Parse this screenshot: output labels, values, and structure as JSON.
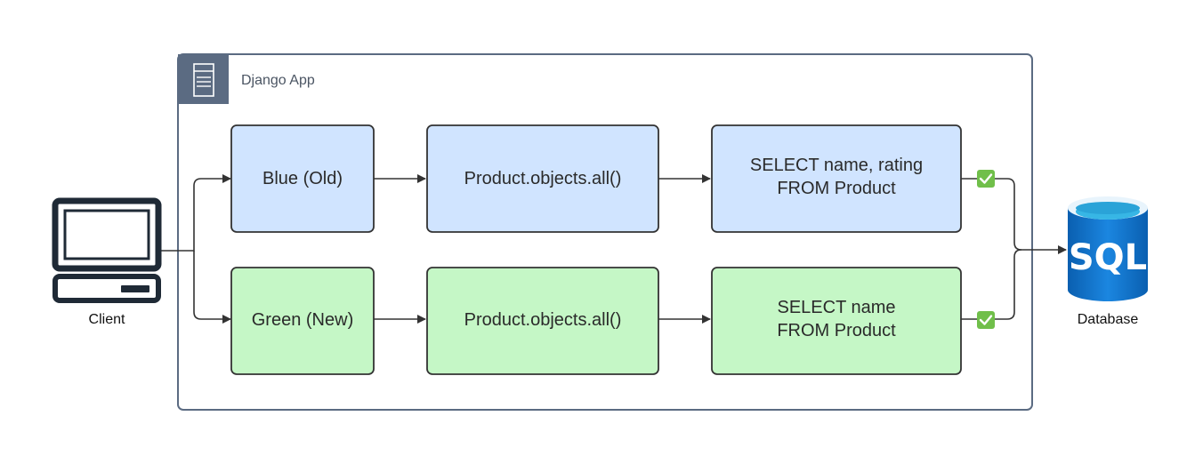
{
  "group": {
    "label": "Django App"
  },
  "client": {
    "label": "Client"
  },
  "database": {
    "label": "Database",
    "icon_text": "SQL"
  },
  "rows": {
    "blue": {
      "version_label": "Blue (Old)",
      "orm_label": "Product.objects.all()",
      "sql_lines": [
        "SELECT name, rating",
        "FROM Product"
      ]
    },
    "green": {
      "version_label": "Green (New)",
      "orm_label": "Product.objects.all()",
      "sql_lines": [
        "SELECT name",
        "FROM Product"
      ]
    }
  },
  "icons": {
    "group_icon": "server-icon",
    "client_icon": "computer-monitor-icon",
    "database_icon": "sql-database-icon",
    "check_icon": "checkmark-icon"
  },
  "colors": {
    "blue_fill": "#d0e4ff",
    "green_fill": "#c5f7c6",
    "box_border": "#333333",
    "group_border": "#5b6b82",
    "group_header": "#5b6b82",
    "check_green": "#70bf4a",
    "db_blue": "#0b70c8"
  }
}
